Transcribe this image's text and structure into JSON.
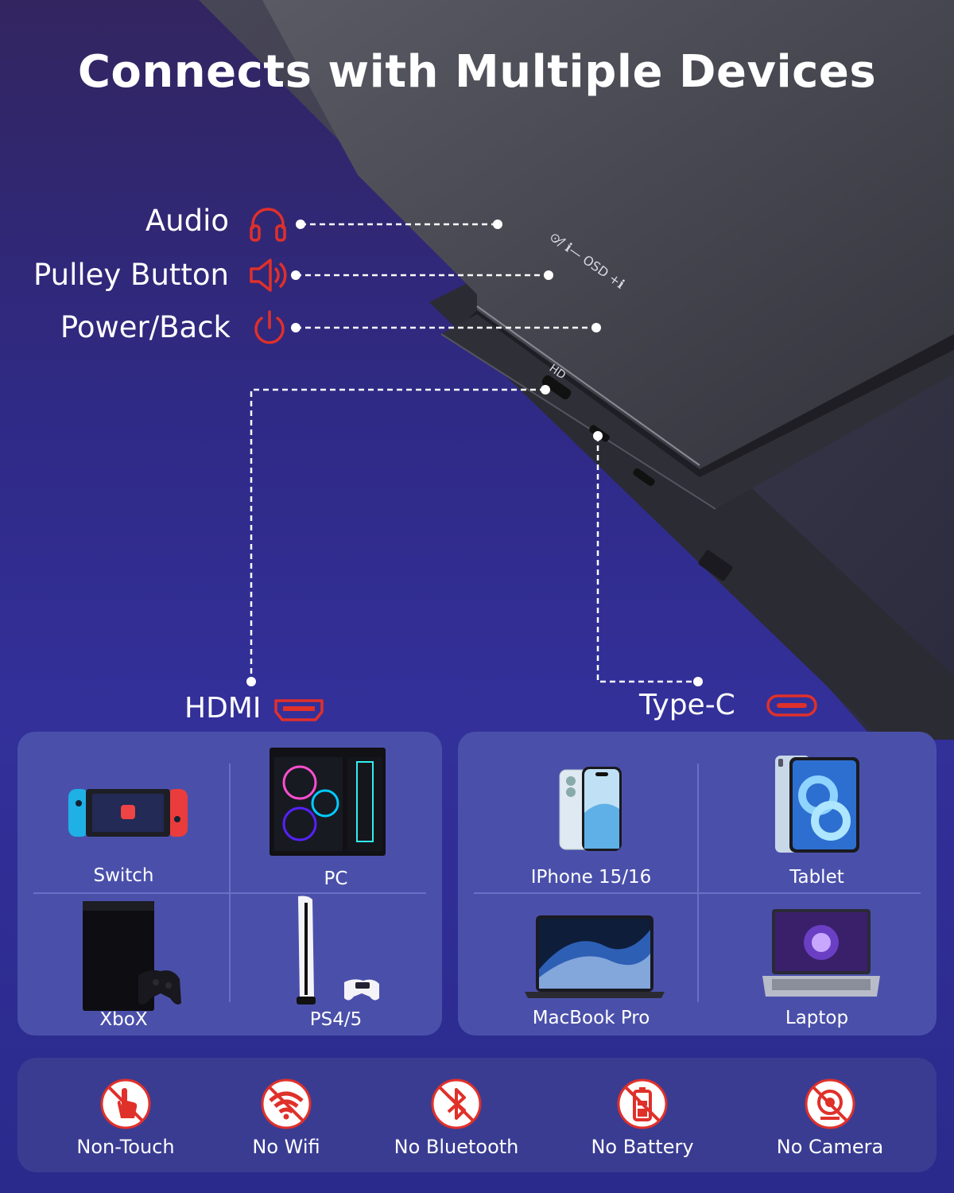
{
  "title": "Connects with Multiple Devices",
  "ports": {
    "audio": "Audio",
    "pulley": "Pulley Button",
    "power": "Power/Back"
  },
  "monitor_marks": {
    "side_buttons": "⊙/̸ ℹ— OSD +ℹ",
    "hd": "HD"
  },
  "connections": {
    "hdmi": "HDMI",
    "typec": "Type-C"
  },
  "hdmi_devices": [
    {
      "label": "Switch"
    },
    {
      "label": "PC"
    },
    {
      "label": "XboX"
    },
    {
      "label": "PS4/5"
    }
  ],
  "typec_devices": [
    {
      "label": "IPhone 15/16"
    },
    {
      "label": "Tablet"
    },
    {
      "label": "MacBook Pro"
    },
    {
      "label": "Laptop"
    }
  ],
  "features": [
    {
      "label": "Non-Touch",
      "icon": "no-touch-icon"
    },
    {
      "label": "No Wifi",
      "icon": "no-wifi-icon"
    },
    {
      "label": "No Bluetooth",
      "icon": "no-bluetooth-icon"
    },
    {
      "label": "No Battery",
      "icon": "no-battery-icon"
    },
    {
      "label": "No Camera",
      "icon": "no-camera-icon"
    }
  ],
  "colors": {
    "accent_red": "#e0302a",
    "panel": "#4a50aa",
    "feature_bar": "#3a3c92"
  }
}
